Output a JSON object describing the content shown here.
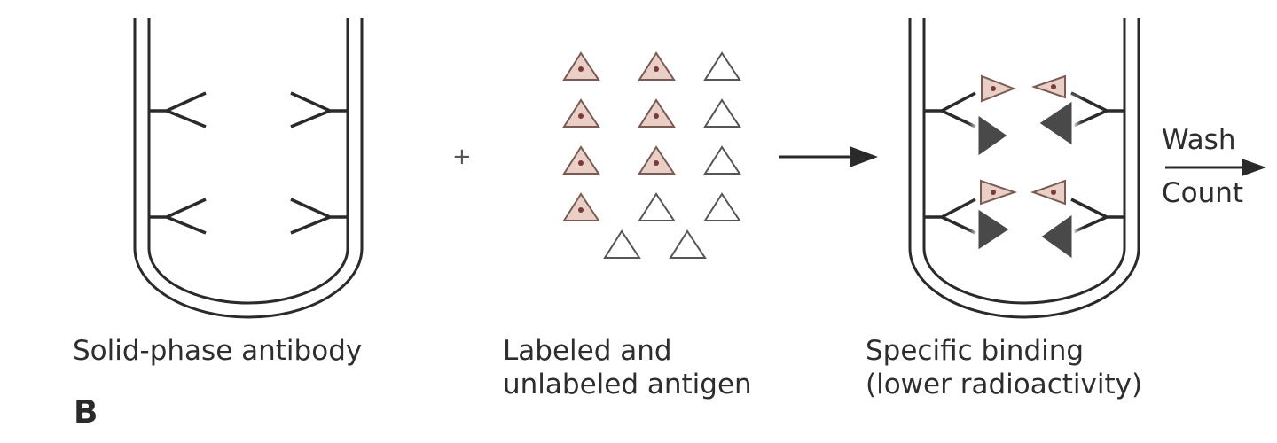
{
  "labels": {
    "tube_left": "Solid-phase antibody",
    "antigen_line1": "Labeled and",
    "antigen_line2": "unlabeled antigen",
    "tube_right_line1": "Specific binding",
    "tube_right_line2": "(lower radioactivity)",
    "plus": "+",
    "wash": "Wash",
    "count": "Count",
    "panel": "B"
  },
  "colors": {
    "line": "#2a2a2a",
    "labeled_fill": "#e9cfc5",
    "labeled_stroke": "#7a5a52",
    "unlabeled_stroke": "#555555",
    "bound_fill": "#4a4a4a"
  }
}
